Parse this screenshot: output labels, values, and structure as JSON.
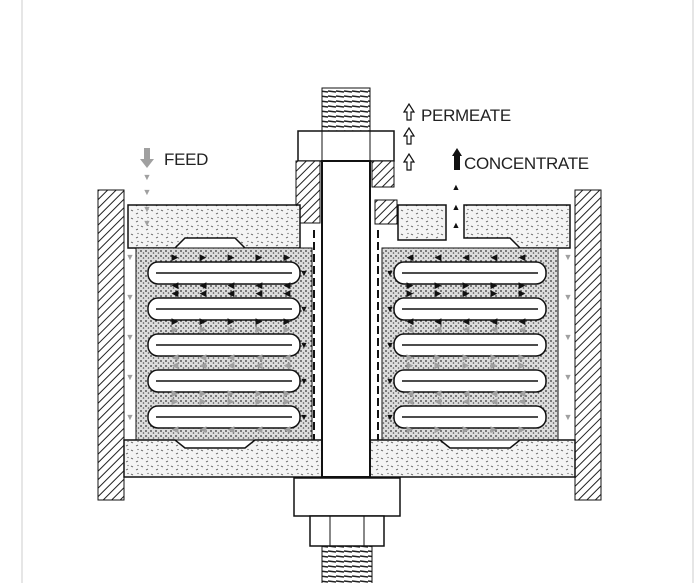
{
  "labels": {
    "permeate": "PERMEATE",
    "feed": "FEED",
    "concentrate": "CONCENTRATE"
  },
  "colors": {
    "line": "#111111",
    "feed_arrow": "#a0a0a0",
    "permeate_arrow": "#ffffff",
    "concentrate_arrow": "#111111"
  },
  "membrane_layers": 5
}
